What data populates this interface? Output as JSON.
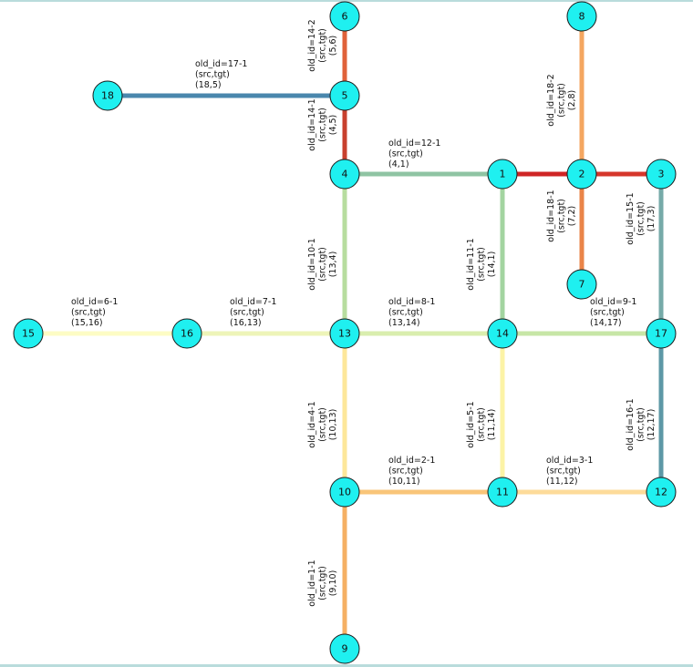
{
  "nodes": [
    {
      "id": "6",
      "label": "6"
    },
    {
      "id": "8",
      "label": "8"
    },
    {
      "id": "18",
      "label": "18"
    },
    {
      "id": "5",
      "label": "5"
    },
    {
      "id": "4",
      "label": "4"
    },
    {
      "id": "1",
      "label": "1"
    },
    {
      "id": "2",
      "label": "2"
    },
    {
      "id": "3",
      "label": "3"
    },
    {
      "id": "7",
      "label": "7"
    },
    {
      "id": "15",
      "label": "15"
    },
    {
      "id": "16",
      "label": "16"
    },
    {
      "id": "13",
      "label": "13"
    },
    {
      "id": "14",
      "label": "14"
    },
    {
      "id": "17",
      "label": "17"
    },
    {
      "id": "10",
      "label": "10"
    },
    {
      "id": "11",
      "label": "11"
    },
    {
      "id": "12",
      "label": "12"
    },
    {
      "id": "9",
      "label": "9"
    }
  ],
  "edges": [
    {
      "id": "14-2",
      "src": "5",
      "tgt": "6",
      "color": "#e0623a",
      "label": [
        "old_id=14-2",
        "(src,tgt)",
        "(5,6)"
      ]
    },
    {
      "id": "17-1",
      "src": "18",
      "tgt": "5",
      "color": "#4a87ad",
      "label": [
        "old_id=17-1",
        "(src,tgt)",
        "(18,5)"
      ]
    },
    {
      "id": "14-1",
      "src": "4",
      "tgt": "5",
      "color": "#c8402e",
      "label": [
        "old_id=14-1",
        "(src,tgt)",
        "(4,5)"
      ]
    },
    {
      "id": "12-1",
      "src": "4",
      "tgt": "1",
      "color": "#8fc4a3",
      "label": [
        "old_id=12-1",
        "(src,tgt)",
        "(4,1)"
      ]
    },
    {
      "id": "1-2",
      "src": "1",
      "tgt": "2",
      "color": "#cf2525",
      "label": []
    },
    {
      "id": "2-3",
      "src": "2",
      "tgt": "3",
      "color": "#d5362b",
      "label": []
    },
    {
      "id": "18-2",
      "src": "2",
      "tgt": "8",
      "color": "#f4a660",
      "label": [
        "old_id=18-2",
        "(src,tgt)",
        "(2,8)"
      ]
    },
    {
      "id": "18-1",
      "src": "7",
      "tgt": "2",
      "color": "#ea8448",
      "label": [
        "old_id=18-1",
        "(src,tgt)",
        "(7,2)"
      ]
    },
    {
      "id": "15-1",
      "src": "17",
      "tgt": "3",
      "color": "#76aaa8",
      "label": [
        "old_id=15-1",
        "(src,tgt)",
        "(17,3)"
      ]
    },
    {
      "id": "10-1",
      "src": "13",
      "tgt": "4",
      "color": "#b7dd9f",
      "label": [
        "old_id=10-1",
        "(src,tgt)",
        "(13,4)"
      ]
    },
    {
      "id": "11-1",
      "src": "14",
      "tgt": "1",
      "color": "#a3d4a0",
      "label": [
        "old_id=11-1",
        "(src,tgt)",
        "(14,1)"
      ]
    },
    {
      "id": "6-1",
      "src": "15",
      "tgt": "16",
      "color": "#fdfcc4",
      "label": [
        "old_id=6-1",
        "(src,tgt)",
        "(15,16)"
      ]
    },
    {
      "id": "7-1",
      "src": "16",
      "tgt": "13",
      "color": "#eef4b8",
      "label": [
        "old_id=7-1",
        "(src,tgt)",
        "(16,13)"
      ]
    },
    {
      "id": "8-1",
      "src": "13",
      "tgt": "14",
      "color": "#d9eeae",
      "label": [
        "old_id=8-1",
        "(src,tgt)",
        "(13,14)"
      ]
    },
    {
      "id": "9-1",
      "src": "14",
      "tgt": "17",
      "color": "#c7e6a6",
      "label": [
        "old_id=9-1",
        "(src,tgt)",
        "(14,17)"
      ]
    },
    {
      "id": "4-1",
      "src": "10",
      "tgt": "13",
      "color": "#fde79a",
      "label": [
        "old_id=4-1",
        "(src,tgt)",
        "(10,13)"
      ]
    },
    {
      "id": "5-1",
      "src": "11",
      "tgt": "14",
      "color": "#fcf3a6",
      "label": [
        "old_id=5-1",
        "(src,tgt)",
        "(11,14)"
      ]
    },
    {
      "id": "16-1",
      "src": "12",
      "tgt": "17",
      "color": "#5d98a6",
      "label": [
        "old_id=16-1",
        "(src,tgt)",
        "(12,17)"
      ]
    },
    {
      "id": "2-1",
      "src": "10",
      "tgt": "11",
      "color": "#f9c579",
      "label": [
        "old_id=2-1",
        "(src,tgt)",
        "(10,11)"
      ]
    },
    {
      "id": "3-1",
      "src": "11",
      "tgt": "12",
      "color": "#fddb9a",
      "label": [
        "old_id=3-1",
        "(src,tgt)",
        "(11,12)"
      ]
    },
    {
      "id": "1-1",
      "src": "9",
      "tgt": "10",
      "color": "#f5b064",
      "label": [
        "old_id=1-1",
        "(src,tgt)",
        "(9,10)"
      ]
    }
  ]
}
